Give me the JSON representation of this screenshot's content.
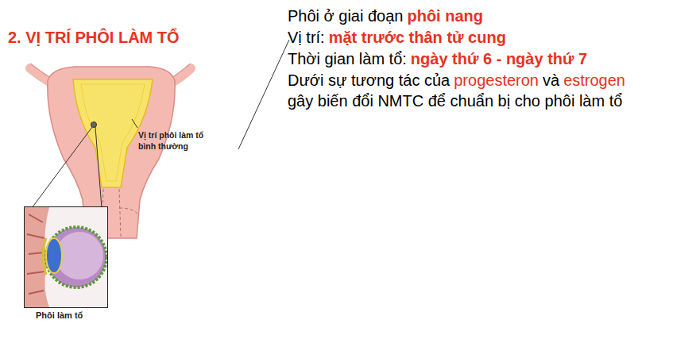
{
  "diagram": {
    "title": "2. VỊ TRÍ PHÔI LÀM TỔ",
    "nodes": [
      {
        "text": [
          "Phôi làm tổ"
        ]
      }
    ],
    "labels": [
      "Vị trí phôi làm tổ bình thường",
      "Phôi ở giai đoạn",
      "phôi nang",
      "Vị trí:",
      "mặt trước thân tử cung",
      "Thời gian làm tổ:",
      "ngày thứ 6 - ngày thứ 7",
      "Dưới sự tương tác của",
      "progesteron",
      "và",
      "estrogen",
      "gây biến đổi NMTC để chuẩn bị cho phôi làm tổ"
    ]
  }
}
